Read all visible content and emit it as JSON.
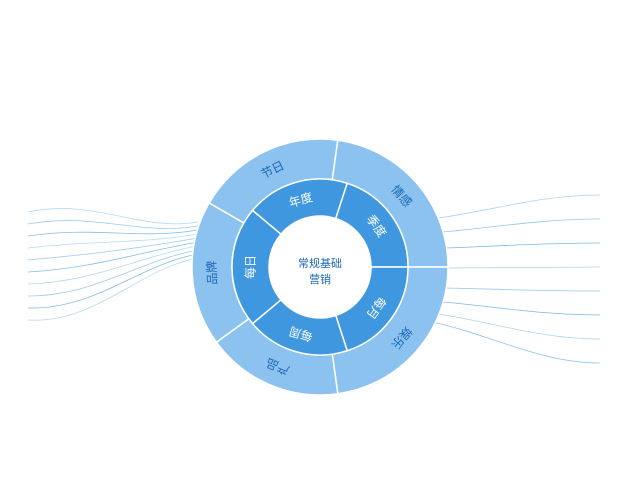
{
  "colors": {
    "outer_ring": "#8cc2ef",
    "middle_ring": "#3f97e0",
    "center": "#ffffff",
    "divider": "#ffffff",
    "label_outer": "#1a67b5",
    "label_inner": "#ffffff",
    "center_label": "#1a67b5",
    "lines": "#2f8fd9"
  },
  "center": {
    "line1": "常规基础",
    "line2": "营销"
  },
  "inner_ring": [
    {
      "label": "年度"
    },
    {
      "label": "季度"
    },
    {
      "label": "每月"
    },
    {
      "label": "每周"
    },
    {
      "label": "每日"
    }
  ],
  "outer_ring": [
    {
      "label": "节日"
    },
    {
      "label": "情感"
    },
    {
      "label": "娱乐"
    },
    {
      "label": "产品"
    },
    {
      "label": "品牌"
    }
  ]
}
